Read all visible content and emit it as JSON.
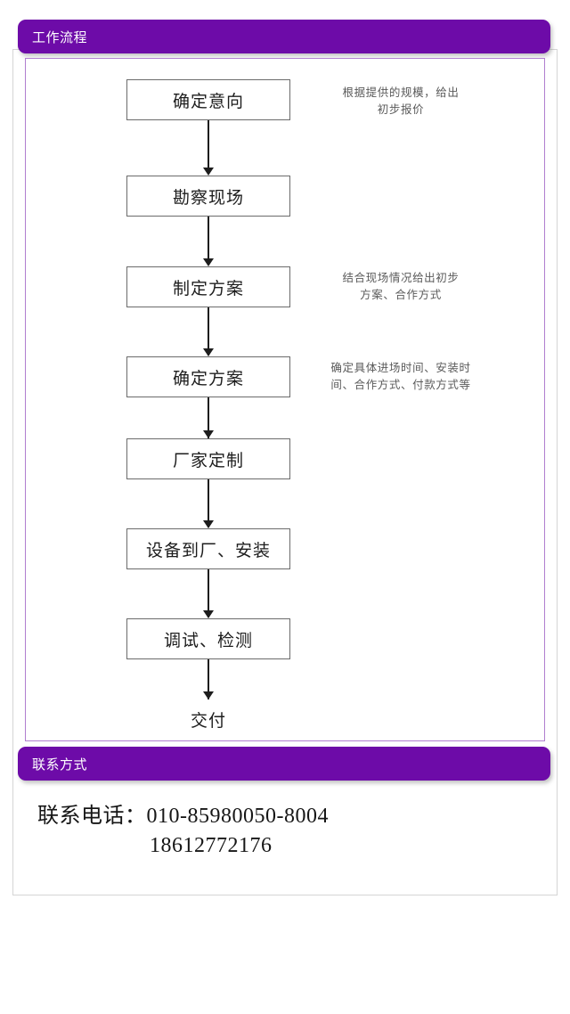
{
  "sections": {
    "workflow": {
      "title": "工作流程"
    },
    "contact": {
      "title": "联系方式"
    }
  },
  "flow": {
    "nodes": [
      {
        "id": "node-1",
        "label": "确定意向",
        "annotation": "根据提供的规模，给出初步报价"
      },
      {
        "id": "node-2",
        "label": "勘察现场",
        "annotation": ""
      },
      {
        "id": "node-3",
        "label": "制定方案",
        "annotation": "结合现场情况给出初步方案、合作方式"
      },
      {
        "id": "node-4",
        "label": "确定方案",
        "annotation": "确定具体进场时间、安装时间、合作方式、付款方式等"
      },
      {
        "id": "node-5",
        "label": "厂家定制",
        "annotation": ""
      },
      {
        "id": "node-6",
        "label": "设备到厂、安装",
        "annotation": ""
      },
      {
        "id": "node-7",
        "label": "调试、检测",
        "annotation": ""
      }
    ],
    "terminal": {
      "id": "node-8",
      "label": "交付"
    },
    "annotations": {
      "node1_line1": "根据提供的规模，给出",
      "node1_line2": "初步报价",
      "node3_line1": "结合现场情况给出初步",
      "node3_line2": "方案、合作方式",
      "node4_line1": "确定具体进场时间、安装时",
      "node4_line2": "间、合作方式、付款方式等"
    }
  },
  "contact": {
    "phone_label": "联系电话：",
    "phone_primary": "010-85980050-8004",
    "phone_secondary": "18612772176",
    "line1": "联系电话：010-85980050-8004",
    "line2": "18612772176"
  },
  "colors": {
    "brand_purple": "#6D0BA8",
    "frame_purple": "#b07fd0",
    "card_border": "#d5d5d5",
    "node_border": "#6b6b6b",
    "annotation_text": "#5a5a5a",
    "body_text": "#1d1d1d",
    "header_text": "#ffffff"
  }
}
